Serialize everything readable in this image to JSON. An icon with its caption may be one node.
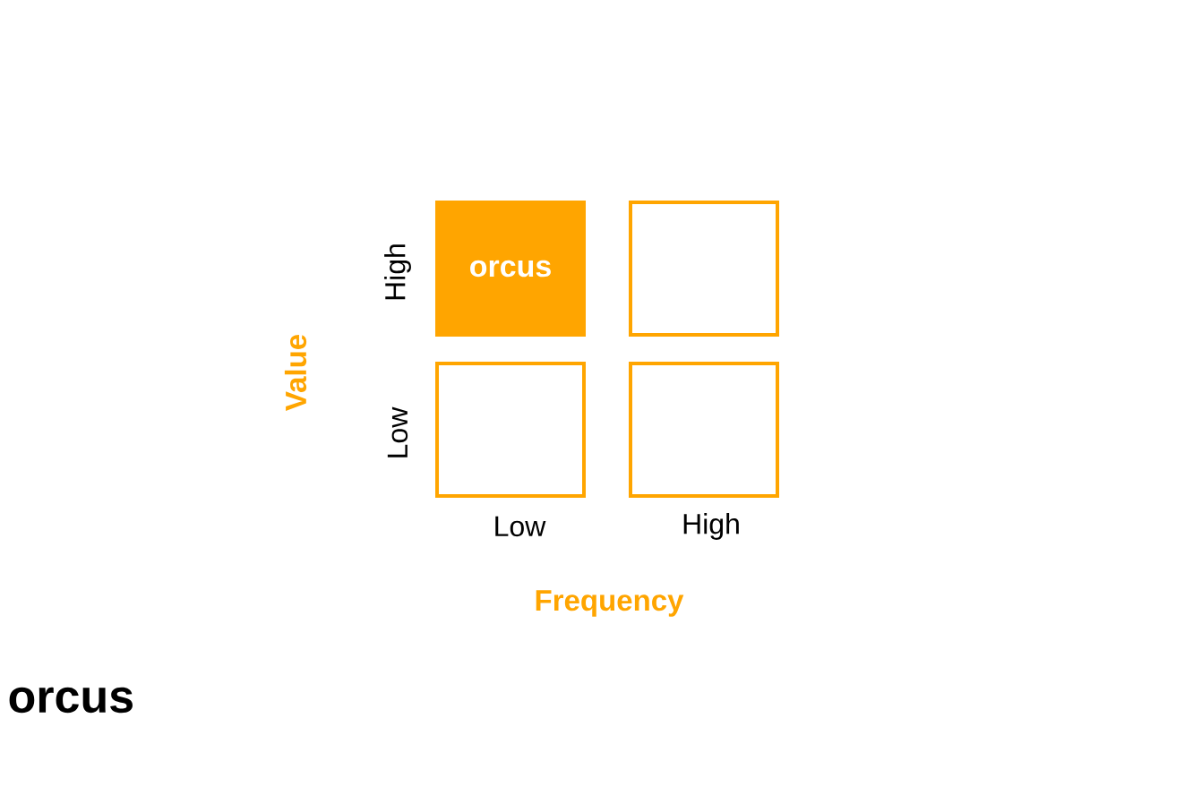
{
  "diagram": {
    "caption": "orcus",
    "nodes": [
      {
        "text": [
          "orcus"
        ]
      },
      {
        "text": [],
        "shape": "box"
      },
      {
        "text": [],
        "shape": "box"
      },
      {
        "text": [],
        "shape": "box"
      }
    ],
    "labels": [
      "High",
      "Value",
      "Low",
      "Low",
      "High",
      "Frequency"
    ]
  }
}
